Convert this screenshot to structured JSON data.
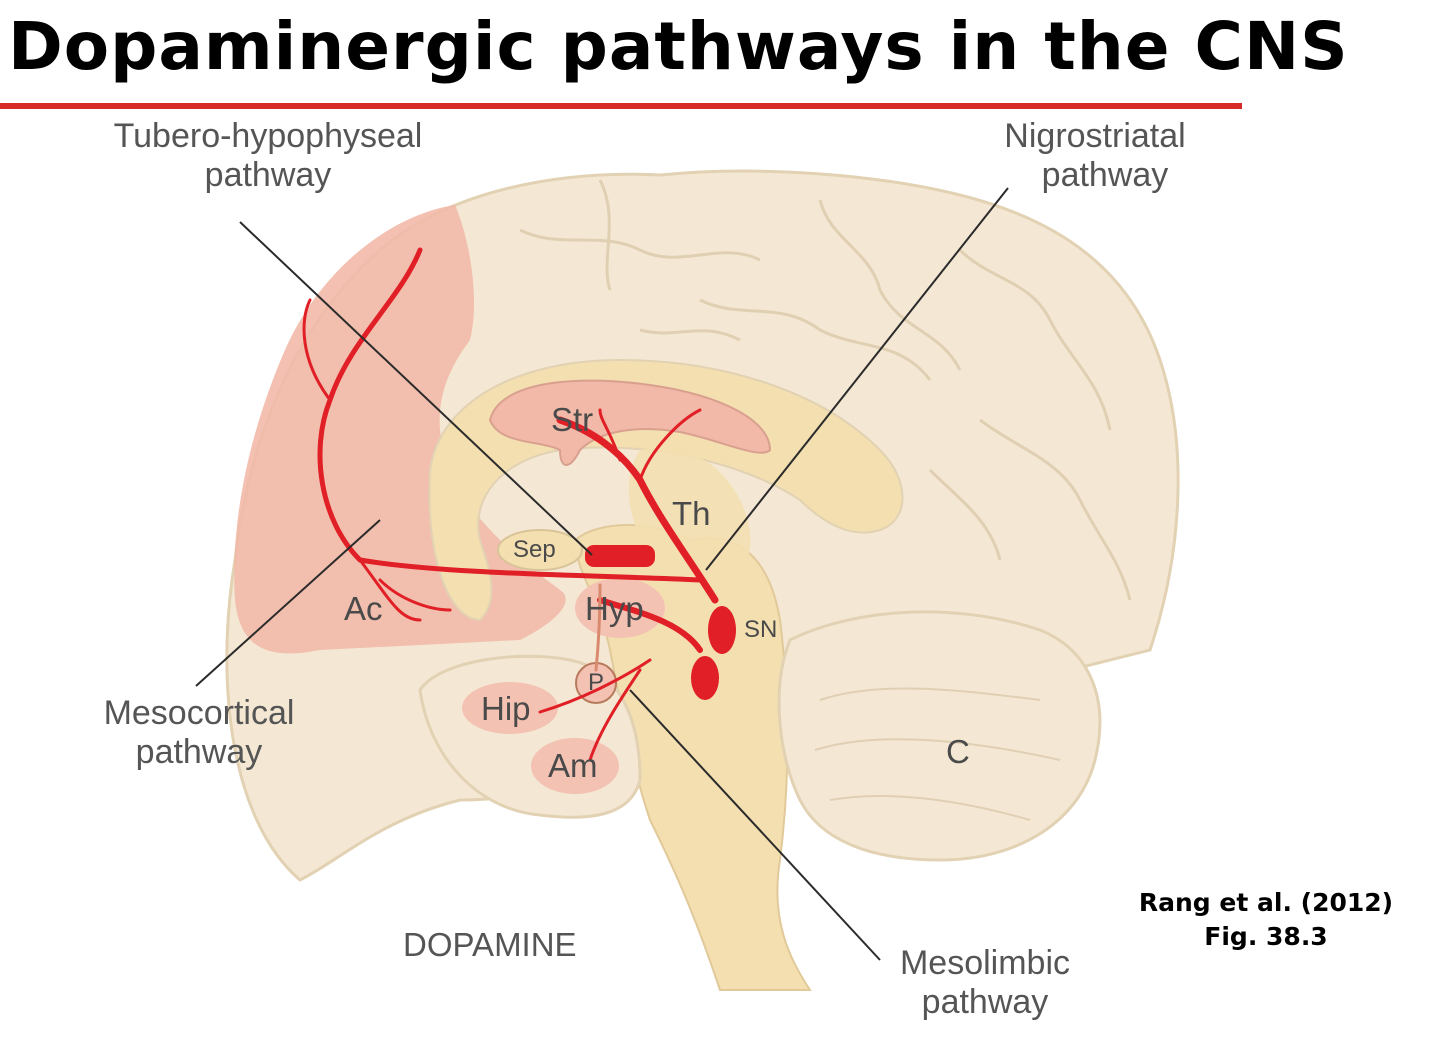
{
  "title": "Dopaminergic pathways in the CNS",
  "colors": {
    "title_rule": "#d92a2a",
    "brain_fill": "#f4e8d4",
    "brain_outline": "#e2d2b3",
    "prefrontal_fill": "#f2b9a8",
    "pathway_red": "#e11f26",
    "region_pink": "#f3c2b3",
    "stem_fill": "#f3dfb0",
    "leader_line": "#2b2b2b"
  },
  "pathway_labels": {
    "tubero_line1": "Tubero-hypophyseal",
    "tubero_line2": "pathway",
    "nigro_line1": "Nigrostriatal",
    "nigro_line2": "pathway",
    "meso_cortical_line1": "Mesocortical",
    "meso_cortical_line2": "pathway",
    "meso_limbic_line1": "Mesolimbic",
    "meso_limbic_line2": "pathway"
  },
  "regions": {
    "str": "Str",
    "th": "Th",
    "sep": "Sep",
    "ac": "Ac",
    "hyp": "Hyp",
    "sn": "SN",
    "p": "P",
    "hip": "Hip",
    "am": "Am",
    "c": "C"
  },
  "transmitter": "DOPAMINE",
  "citation": {
    "line1": "Rang et al. (2012)",
    "line2": "Fig. 38.3"
  }
}
